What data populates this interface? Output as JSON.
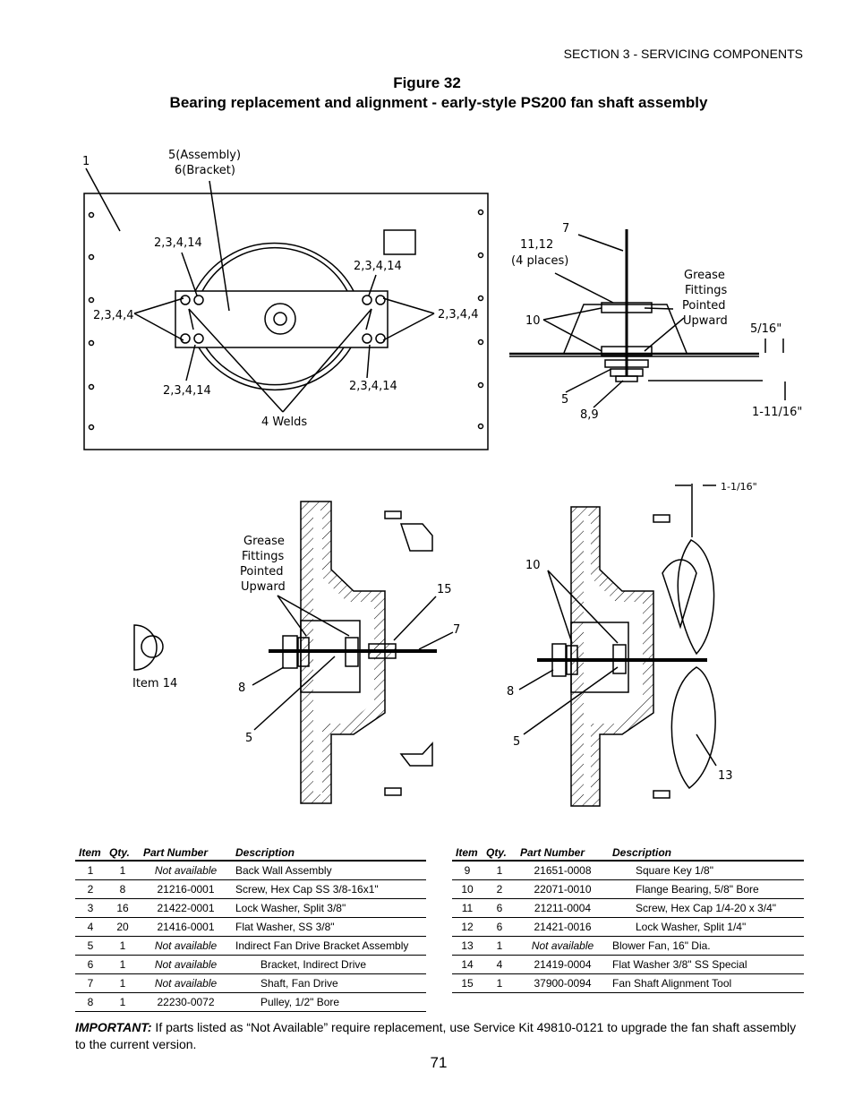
{
  "header": {
    "section": "SECTION 3 - SERVICING COMPONENTS",
    "figure_number": "Figure 32",
    "figure_title": "Bearing replacement and alignment - early-style PS200 fan shaft assembly"
  },
  "diagram_labels": {
    "label_1": "1",
    "assembly": "5(Assembly)",
    "bracket": "6(Bracket)",
    "screws_a": "2,3,4,14",
    "screws_b": "2,3,4,14",
    "screws_c": "2,3,4,14",
    "screws_d": "2,3,4,14",
    "screws_left": "2,3,4,4",
    "screws_right": "2,3,4,4",
    "welds": "4 Welds",
    "label_7": "7",
    "label_11_12": "11,12",
    "four_places": "(4 places)",
    "grease_1": "Grease",
    "grease_2": "Fittings",
    "grease_3": "Pointed",
    "grease_4": "Upward",
    "label_10": "10",
    "dim_5_16": "5/16\"",
    "label_5": "5",
    "label_8_9": "8,9",
    "dim_1_11_16": "1-11/16\"",
    "dim_1_1_16": "1-1/16\"",
    "label_15": "15",
    "label_8": "8",
    "label_13": "13",
    "item_14": "Item 14"
  },
  "table": {
    "headers": [
      "Item",
      "Qty.",
      "Part Number",
      "Description"
    ],
    "left": [
      {
        "item": "1",
        "qty": "1",
        "part": "Not available",
        "desc": "Back Wall Assembly"
      },
      {
        "item": "2",
        "qty": "8",
        "part": "21216-0001",
        "desc": "Screw, Hex Cap SS 3/8-16x1\""
      },
      {
        "item": "3",
        "qty": "16",
        "part": "21422-0001",
        "desc": "Lock Washer, Split 3/8\""
      },
      {
        "item": "4",
        "qty": "20",
        "part": "21416-0001",
        "desc": "Flat Washer, SS 3/8\""
      },
      {
        "item": "5",
        "qty": "1",
        "part": "Not available",
        "desc": "Indirect Fan Drive Bracket Assembly"
      },
      {
        "item": "6",
        "qty": "1",
        "part": "Not available",
        "desc": "Bracket, Indirect Drive"
      },
      {
        "item": "7",
        "qty": "1",
        "part": "Not available",
        "desc": "Shaft, Fan Drive"
      },
      {
        "item": "8",
        "qty": "1",
        "part": "22230-0072",
        "desc": "Pulley, 1/2\" Bore"
      }
    ],
    "right": [
      {
        "item": "9",
        "qty": "1",
        "part": "21651-0008",
        "desc": "Square Key 1/8\""
      },
      {
        "item": "10",
        "qty": "2",
        "part": "22071-0010",
        "desc": "Flange Bearing, 5/8\" Bore"
      },
      {
        "item": "11",
        "qty": "6",
        "part": "21211-0004",
        "desc": "Screw, Hex Cap 1/4-20 x 3/4\""
      },
      {
        "item": "12",
        "qty": "6",
        "part": "21421-0016",
        "desc": "Lock Washer, Split 1/4\""
      },
      {
        "item": "13",
        "qty": "1",
        "part": "Not available",
        "desc": "Blower Fan, 16\" Dia."
      },
      {
        "item": "14",
        "qty": "4",
        "part": "21419-0004",
        "desc": "Flat Washer 3/8\" SS Special"
      },
      {
        "item": "15",
        "qty": "1",
        "part": "37900-0094",
        "desc": "Fan Shaft Alignment Tool"
      }
    ]
  },
  "important": {
    "label": "IMPORTANT:",
    "text": " If parts listed as “Not Available” require replacement, use Service Kit 49810-0121 to upgrade the fan shaft assembly to the current version."
  },
  "page_number": "71"
}
